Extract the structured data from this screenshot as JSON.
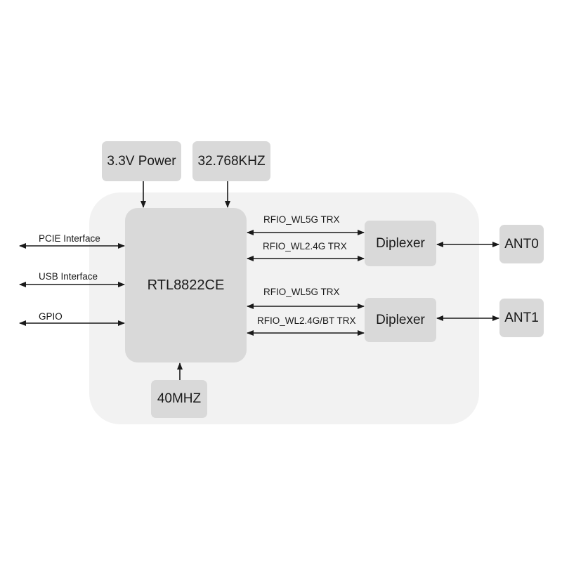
{
  "diagram": {
    "chip": {
      "label": "RTL8822CE"
    },
    "inputs": {
      "power": "3.3V Power",
      "rtc_clock": "32.768KHZ",
      "crystal": "40MHZ"
    },
    "host_interfaces": [
      "PCIE Interface",
      "USB Interface",
      "GPIO"
    ],
    "rf_paths": {
      "top": [
        "RFIO_WL5G TRX",
        "RFIO_WL2.4G TRX"
      ],
      "bottom": [
        "RFIO_WL5G TRX",
        "RFIO_WL2.4G/BT TRX"
      ]
    },
    "diplexers": [
      "Diplexer",
      "Diplexer"
    ],
    "antennas": [
      "ANT0",
      "ANT1"
    ]
  },
  "colors": {
    "region": "#f2f2f2",
    "block": "#d9d9d9",
    "line": "#1a1a1a"
  }
}
